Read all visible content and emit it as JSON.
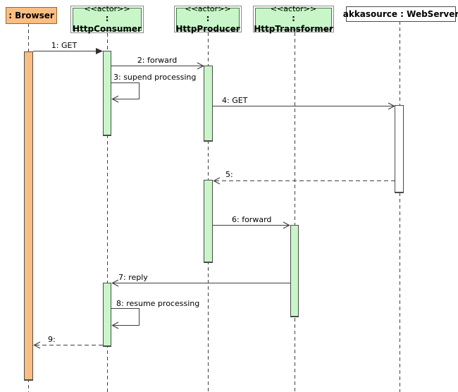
{
  "participants": [
    {
      "name": ": Browser",
      "kind": "object"
    },
    {
      "stereotype": "<<actor>>",
      "name": ": HttpConsumer",
      "kind": "actor"
    },
    {
      "stereotype": "<<actor>>",
      "name": ": HttpProducer",
      "kind": "actor"
    },
    {
      "stereotype": "<<actor>>",
      "name": ": HttpTransformer",
      "kind": "actor"
    },
    {
      "name": "akkasource : WebServer",
      "kind": "object"
    }
  ],
  "messages": [
    {
      "label": "1: GET",
      "from": ": Browser",
      "to": ": HttpConsumer",
      "kind": "call-filled-arrow"
    },
    {
      "label": "2: forward",
      "from": ": HttpConsumer",
      "to": ": HttpProducer",
      "kind": "call-open-arrow"
    },
    {
      "label": "3: supend processing",
      "from": ": HttpConsumer",
      "to": ": HttpConsumer",
      "kind": "self-call"
    },
    {
      "label": "4: GET",
      "from": ": HttpProducer",
      "to": "akkasource : WebServer",
      "kind": "call-open-arrow"
    },
    {
      "label": "5:",
      "from": "akkasource : WebServer",
      "to": ": HttpProducer",
      "kind": "reply-dashed"
    },
    {
      "label": "6: forward",
      "from": ": HttpProducer",
      "to": ": HttpTransformer",
      "kind": "call-open-arrow"
    },
    {
      "label": "7: reply",
      "from": ": HttpTransformer",
      "to": ": HttpConsumer",
      "kind": "call-open-arrow"
    },
    {
      "label": "8: resume processing",
      "from": ": HttpConsumer",
      "to": ": HttpConsumer",
      "kind": "self-call"
    },
    {
      "label": "9:",
      "from": ": HttpConsumer",
      "to": ": Browser",
      "kind": "reply-dashed"
    }
  ],
  "colors": {
    "actor_fill": "#c9f6c9",
    "actor_inner_border": "#3f7a3f",
    "actor_outer_border": "#8a8a8a",
    "browser_fill": "#fbbe82",
    "browser_border": "#996633",
    "server_fill": "#ffffff",
    "activation_border": "#4b4b4b",
    "line": "#3f3f3f",
    "text": "#000000"
  }
}
